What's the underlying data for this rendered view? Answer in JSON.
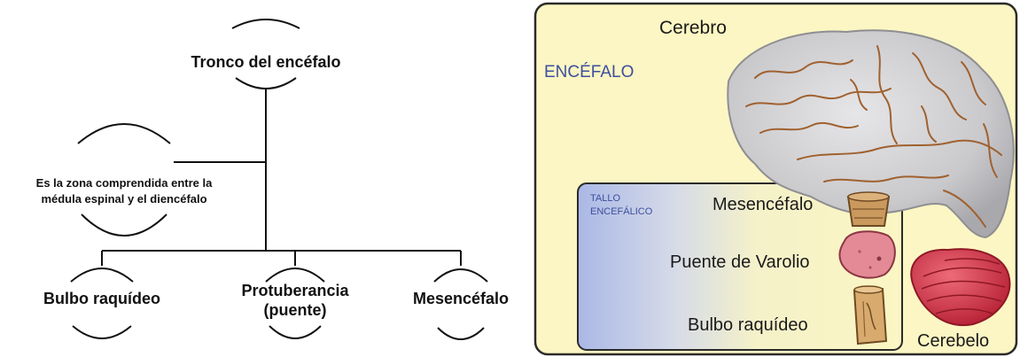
{
  "concept_map": {
    "root": "Tronco del encéfalo",
    "definition_line1": "Es la zona comprendida entre la",
    "definition_line2": "médula espinal y el diencéfalo",
    "children": [
      "Bulbo raquídeo",
      "Protuberancia",
      "(puente)",
      "Mesencéfalo"
    ]
  },
  "brain_illustration": {
    "label_cerebro": "Cerebro",
    "label_encefalo": "ENCÉFALO",
    "label_tallo_1": "TALLO",
    "label_tallo_2": "ENCEFÁLICO",
    "label_mesencefalo": "Mesencéfalo",
    "label_puente": "Puente de Varolio",
    "label_bulbo": "Bulbo raquídeo",
    "label_cerebelo": "Cerebelo"
  },
  "colors": {
    "panel_bg": "#fbf6c3",
    "panel_border": "#2b2b2b",
    "encefalo_text": "#3d4f9e",
    "tallo_gradient_start": "#aab8e6",
    "brain": "#c9c9cc",
    "brain_sulci": "#a0612f",
    "cerebellum": "#d4394e",
    "pons": "#e48a96",
    "midbrain": "#c9995e",
    "medulla": "#d8aa6e"
  }
}
